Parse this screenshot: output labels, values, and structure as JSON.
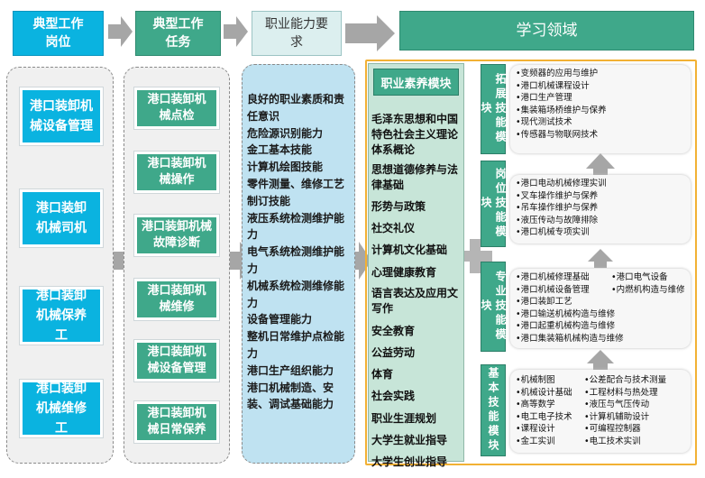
{
  "headers": {
    "positions": "典型工作岗位",
    "tasks": "典型工作任务",
    "abilities": "职业能力要求",
    "domains": "学习领域"
  },
  "positions": [
    "港口装卸机械设备管理",
    "港口装卸机械司机",
    "港口装卸机械保养工",
    "港口装卸机械维修工"
  ],
  "tasks": [
    "港口装卸机械点检",
    "港口装卸机械操作",
    "港口装卸机械故障诊断",
    "港口装卸机械维修",
    "港口装卸机械设备管理",
    "港口装卸机械日常保养"
  ],
  "abilities": [
    "良好的职业素质和责任意识",
    "危险源识别能力",
    "金工基本技能",
    "计算机绘图技能",
    "零件测量、维修工艺制订技能",
    "液压系统检测维护能力",
    "电气系统检测维护能力",
    "机械系统检测维修能力",
    "设备管理能力",
    "整机日常维护点检能力",
    "港口生产组织能力",
    "港口机械制造、安装、调试基础能力"
  ],
  "suyang": {
    "title": "职业素养模块",
    "courses": [
      "毛泽东思想和中国特色社会主义理论体系概论",
      "思想道德修养与法律基础",
      "形势与政策",
      "社交礼仪",
      "计算机文化基础",
      "心理健康教育",
      "语言表达及应用文写作",
      "安全教育",
      "公益劳动",
      "体育",
      "社会实践",
      "职业生涯规划",
      "大学生就业指导",
      "大学生创业指导"
    ]
  },
  "modules": {
    "tuozhan": {
      "label": "拓展技能模块",
      "items": [
        "变频器的应用与维护",
        "港口机械课程设计",
        "港口生产管理",
        "集装箱场桥维护与保养",
        "现代测试技术",
        "传感器与物联网技术"
      ]
    },
    "gangwei": {
      "label": "岗位技能模块",
      "items": [
        "港口电动机械修理实训",
        "叉车操作维护与保养",
        "吊车操作维护与保养",
        "液压传动与故障排除",
        "港口机械专项实训"
      ]
    },
    "zhuanye": {
      "label": "专业技能模块",
      "left": [
        "港口机械修理基础",
        "港口机械设备管理",
        "港口装卸工艺",
        "港口输送机械构造与维修",
        "港口起重机械构造与维修",
        "港口集装箱机械构造与维修"
      ],
      "right": [
        "港口电气设备",
        "内燃机构造与维修"
      ]
    },
    "jiben": {
      "label": "基本技能模块",
      "left": [
        "机械制图",
        "机械设计基础",
        "高等数学",
        "电工电子技术",
        "课程设计",
        "金工实训"
      ],
      "right": [
        "公差配合与技术测量",
        "工程材料与热处理",
        "液压与气压传动",
        "计算机辅助设计",
        "可编程控制器",
        "电工技术实训"
      ]
    }
  },
  "colors": {
    "cyan": "#0ab3e0",
    "green": "#3fa88a",
    "arrow_gray": "#a6a6a6",
    "frame_orange": "#f2b134"
  }
}
